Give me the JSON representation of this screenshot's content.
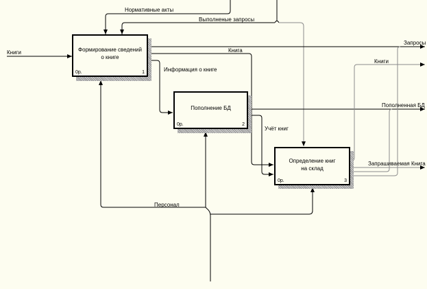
{
  "diagram": {
    "type": "IDEF0",
    "colors": {
      "background": "#fdfdf0",
      "line_primary": "#000000",
      "line_secondary": "#8c8c8c"
    },
    "activities": [
      {
        "id": 1,
        "title_line1": "Формирование сведений",
        "title_line2": "о книге",
        "cost": "0р.",
        "number": "1"
      },
      {
        "id": 2,
        "title_line1": "Пополнение БД",
        "title_line2": "",
        "cost": "0р.",
        "number": "2"
      },
      {
        "id": 3,
        "title_line1": "Определение книг",
        "title_line2": "на склад",
        "cost": "0р.",
        "number": "3"
      }
    ],
    "arrows": {
      "normative_acts": "Нормативные акты",
      "completed_requests": "Выполненые запросы",
      "books_input": "Книги",
      "book": "Книга",
      "requests": "Запросы",
      "books_output": "Книги",
      "book_info": "Информация о книге",
      "replenished_db": "Пополненная БД",
      "book_accounting": "Учёт книг",
      "requested_book": "Запрашиваемая Книга",
      "staff": "Персонал"
    }
  }
}
